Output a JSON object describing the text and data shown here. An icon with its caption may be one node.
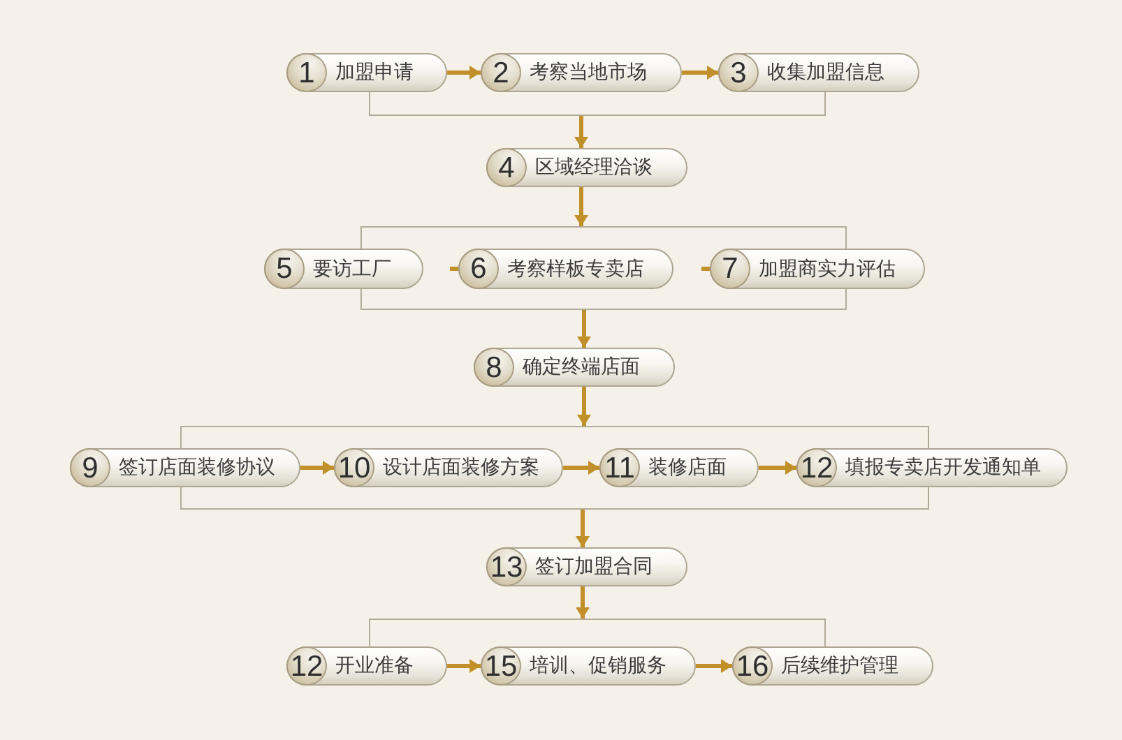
{
  "diagram": {
    "nodes": [
      {
        "text": [
          "1",
          "加盟申请"
        ]
      },
      {
        "text": [
          "2",
          "考察当地市场"
        ]
      },
      {
        "text": [
          "3",
          "收集加盟信息"
        ]
      },
      {
        "text": [],
        "shape": "bracket"
      },
      {
        "text": [
          "4",
          "区域经理洽谈"
        ]
      },
      {
        "text": [],
        "shape": "bracket"
      },
      {
        "text": [
          "5",
          "要访工厂"
        ]
      },
      {
        "text": [
          "6",
          "考察样板专卖店"
        ]
      },
      {
        "text": [
          "7",
          "加盟商实力评估"
        ]
      },
      {
        "text": [],
        "shape": "bracket"
      },
      {
        "text": [
          "8",
          "确定终端店面"
        ]
      },
      {
        "text": [],
        "shape": "bracket"
      },
      {
        "text": [
          "9",
          "签订店面装修协议"
        ]
      },
      {
        "text": [
          "10",
          "设计店面装修方案"
        ]
      },
      {
        "text": [
          "11",
          "装修店面"
        ]
      },
      {
        "text": [
          "12",
          "填报专卖店开发通知单"
        ]
      },
      {
        "text": [],
        "shape": "bracket"
      },
      {
        "text": [
          "13",
          "签订加盟合同"
        ]
      },
      {
        "text": [],
        "shape": "bracket"
      },
      {
        "text": [
          "12",
          "开业准备"
        ]
      },
      {
        "text": [
          "15",
          "培训、促销服务"
        ]
      },
      {
        "text": [
          "16",
          "后续维护管理"
        ]
      }
    ],
    "edges": [
      {
        "from": 0,
        "to": 1,
        "arrow": "to"
      },
      {
        "from": 1,
        "to": 2,
        "arrow": "to"
      },
      {
        "from": 3,
        "to": 4,
        "arrow": "to"
      },
      {
        "from": 4,
        "to": 5,
        "arrow": "to"
      },
      {
        "from": null,
        "to": 7,
        "arrow": "none"
      },
      {
        "from": null,
        "to": 8,
        "arrow": "none"
      },
      {
        "from": 9,
        "to": 10,
        "arrow": "to"
      },
      {
        "from": 10,
        "to": 11,
        "arrow": "to"
      },
      {
        "from": 12,
        "to": 13,
        "arrow": "to"
      },
      {
        "from": 13,
        "to": 14,
        "arrow": "to"
      },
      {
        "from": 14,
        "to": 15,
        "arrow": "to"
      },
      {
        "from": 16,
        "to": 17,
        "arrow": "to"
      },
      {
        "from": 17,
        "to": 18,
        "arrow": "to"
      },
      {
        "from": 19,
        "to": 20,
        "arrow": "to"
      },
      {
        "from": 20,
        "to": 21,
        "arrow": "to"
      }
    ]
  }
}
